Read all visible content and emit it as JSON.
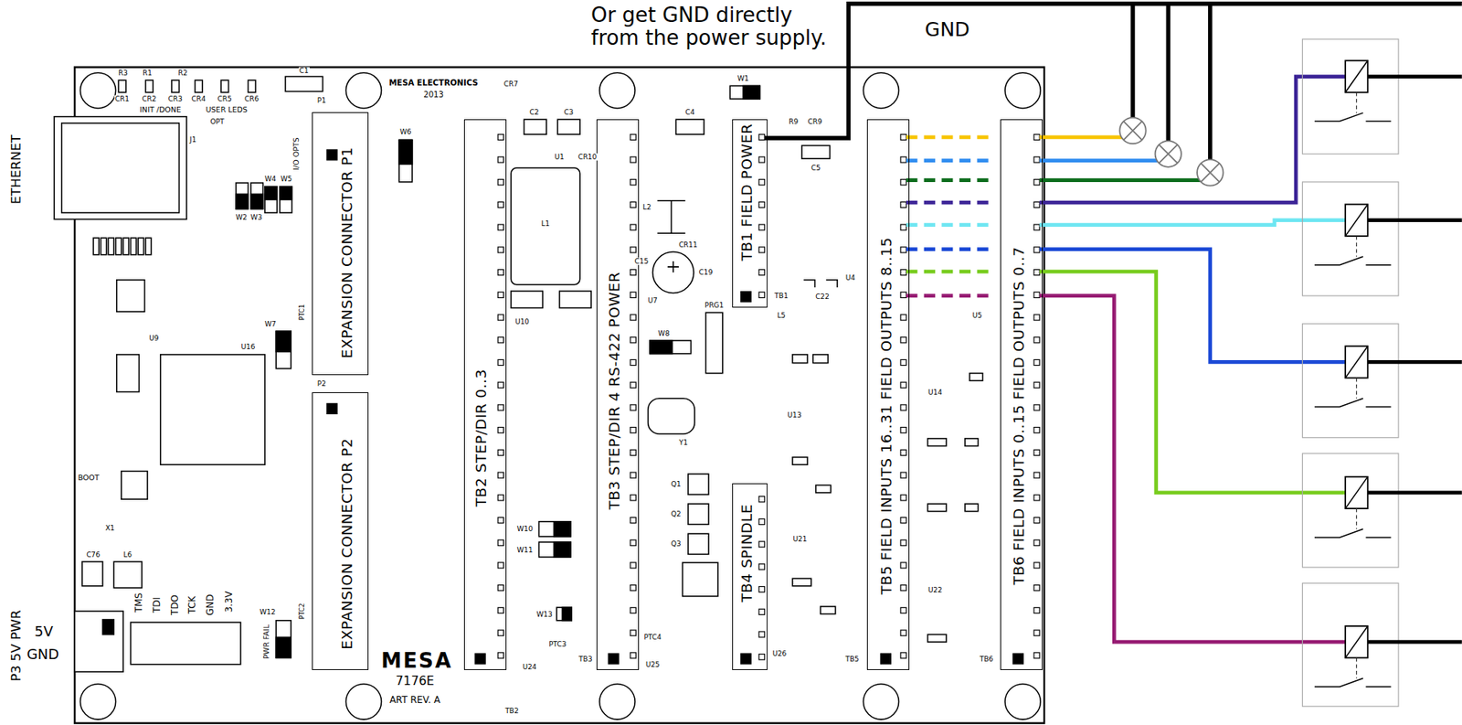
{
  "diagram": {
    "nodes": [
      {
        "text": [
          "EXPANSION CONNECTOR P1"
        ]
      },
      {
        "text": [
          "EXPANSION CONNECTOR P2"
        ]
      },
      {
        "text": [
          "TB2 STEP/DIR 0..3"
        ]
      },
      {
        "text": [
          "TB3 STEP/DIR 4 RS-422 POWER"
        ]
      },
      {
        "text": [
          "TB1 FIELD POWER"
        ]
      },
      {
        "text": [
          "TB4 SPINDLE"
        ]
      },
      {
        "text": [
          "TB5 FIELD INPUTS 16..31 FIELD OUTPUTS 8..15"
        ]
      },
      {
        "text": [
          "TB6 FIELD INPUTS 0..15 FIELD OUTPUTS 0..7"
        ]
      }
    ],
    "labels": [
      "Or get GND directly from the power supply.",
      "GND",
      "ETHERNET",
      "P3 5V PWR",
      "5V",
      "GND",
      "MESA ELECTRONICS",
      "2013",
      "MESA",
      "7176E",
      "ART REV. A",
      "INIT /DONE",
      "USER LEDS",
      "OPT",
      "I/O OPTS",
      "TMS",
      "TDI",
      "TDO",
      "TCK",
      "GND",
      "3.3V",
      "PWR FAIL",
      "BOOT",
      "R3",
      "R1",
      "R2",
      "CR1",
      "CR2",
      "CR3",
      "CR4",
      "CR5",
      "CR6",
      "C1",
      "P1",
      "P2",
      "W1",
      "W6",
      "W7",
      "W8",
      "W10",
      "W11",
      "W12",
      "W13",
      "W2",
      "W3",
      "W4",
      "W5",
      "C2",
      "C3",
      "C4",
      "CR7",
      "R9",
      "CR9",
      "C5",
      "U1",
      "CR10",
      "L1",
      "L2",
      "C15",
      "C19",
      "CR11",
      "U7",
      "PRG1",
      "Y1",
      "Q1",
      "Q2",
      "Q3",
      "TB1",
      "U4",
      "L5",
      "C22",
      "U5",
      "U14",
      "U13",
      "U21",
      "U22",
      "PTC1",
      "PTC2",
      "PTC3",
      "PTC4",
      "U24",
      "U25",
      "U26",
      "TB2",
      "TB3",
      "TB5",
      "TB6",
      "U16",
      "U9",
      "X1",
      "C76",
      "L6",
      "J1",
      "U10"
    ]
  }
}
